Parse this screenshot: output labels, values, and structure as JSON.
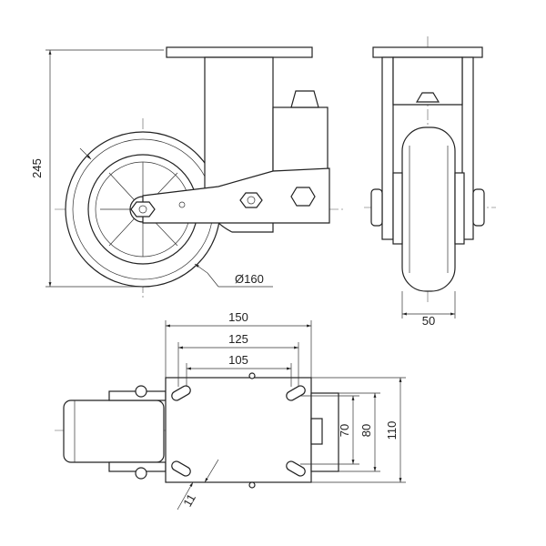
{
  "dimensions": {
    "height": "245",
    "wheel_diameter": "Ø160",
    "wheel_width": "50",
    "plate_length": "150",
    "hole_spacing_outer_length": "125",
    "hole_spacing_inner_length": "105",
    "hole_spacing_inner_width": "70",
    "hole_spacing_outer_width": "80",
    "plate_width": "110",
    "slot_width": "11"
  }
}
